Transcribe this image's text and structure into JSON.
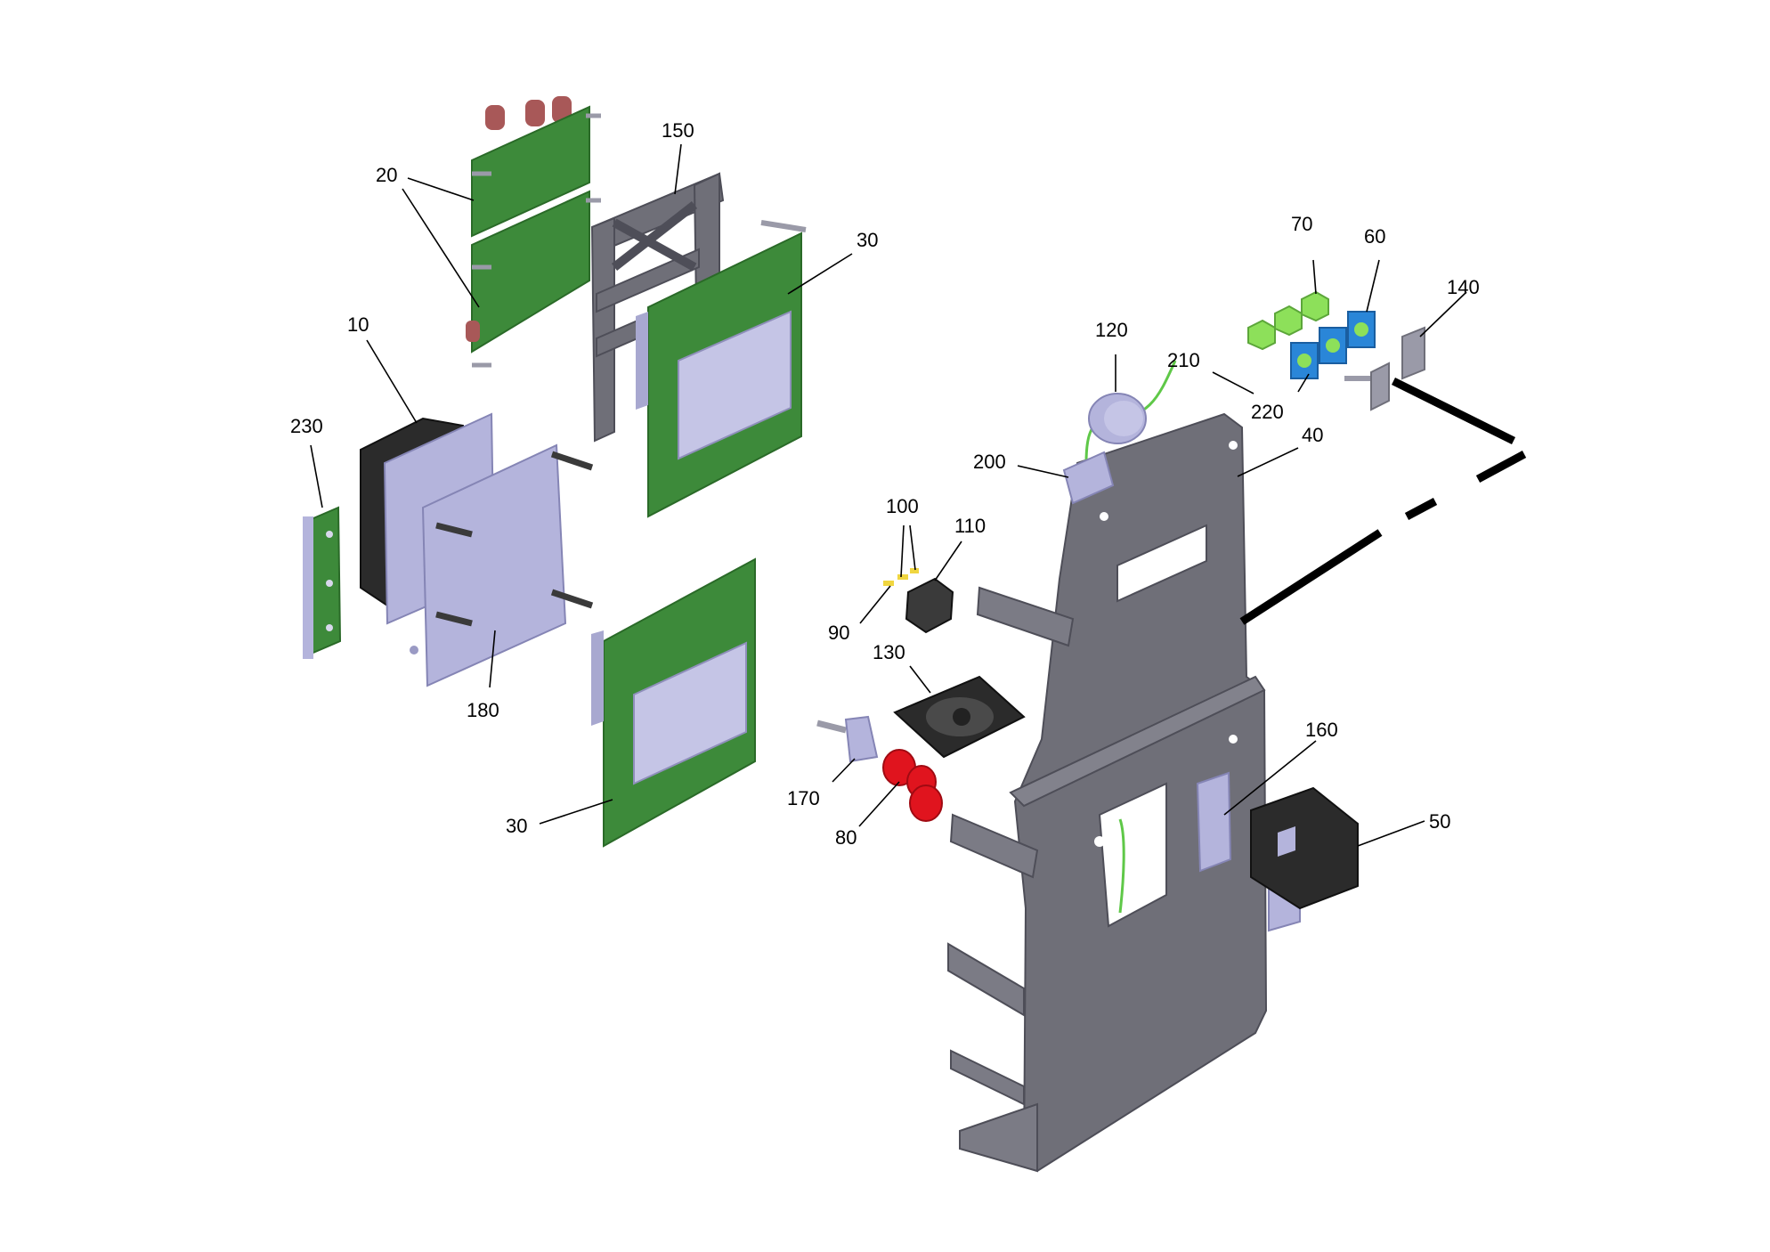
{
  "callouts": {
    "c10": "10",
    "c20": "20",
    "c30a": "30",
    "c30b": "30",
    "c40": "40",
    "c50": "50",
    "c60": "60",
    "c70": "70",
    "c80": "80",
    "c90": "90",
    "c100": "100",
    "c110": "110",
    "c120": "120",
    "c130": "130",
    "c140": "140",
    "c150": "150",
    "c160": "160",
    "c170": "170",
    "c180": "180",
    "c200": "200",
    "c210": "210",
    "c220": "220",
    "c230": "230"
  },
  "colors": {
    "pcb_green": "#3d8a3a",
    "pcb_edge": "#2a6a28",
    "steel_gray": "#6f6f78",
    "lavender": "#b4b4dc",
    "red_part": "#e0141e",
    "blue_part": "#2a86d8",
    "lime_part": "#8de05a",
    "black_part": "#2b2b2b"
  }
}
